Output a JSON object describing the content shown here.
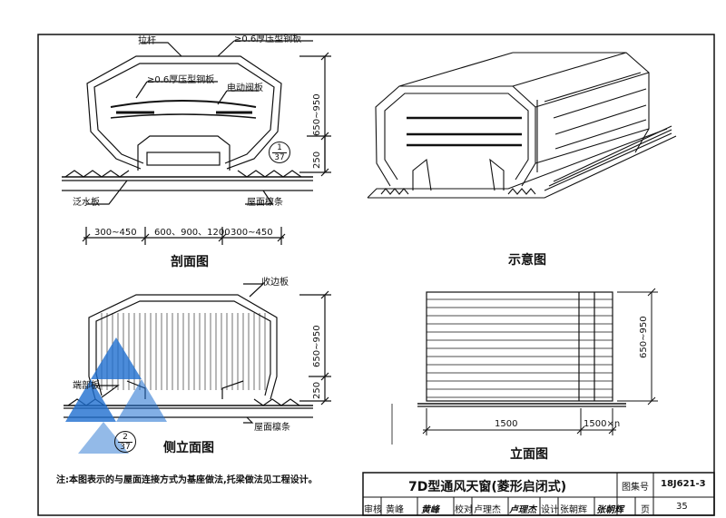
{
  "section_view": {
    "caption": "剖面图",
    "label_tie_rod": "拉杆",
    "label_steel_outer": "≥0.6厚压型钢板",
    "label_steel_inner": "≥0.6厚压型钢板",
    "label_damper": "电动阀板",
    "label_flashing": "泛水板",
    "label_purlin": "屋面檩条",
    "dim_height": "650~950",
    "dim_base": "250",
    "dim_left": "300~450",
    "dim_mid": "600、900、1200",
    "dim_right": "300~450",
    "ref_top": "1",
    "ref_bottom": "37"
  },
  "schematic_view": {
    "caption": "示意图"
  },
  "side_view": {
    "caption": "侧立面图",
    "label_edge_plate": "收边板",
    "label_end_plate": "端部板",
    "label_purlin": "屋面檩条",
    "dim_height": "650~950",
    "dim_base": "250",
    "ref_top": "2",
    "ref_bottom": "37"
  },
  "elevation_view": {
    "caption": "立面图",
    "dim_height": "650~950",
    "dim_length": "1500",
    "dim_repeat": "1500×n"
  },
  "note": "注:本图表示的与屋面连接方式为基座做法,托梁做法见工程设计。",
  "title_block": {
    "title": "7D型通风天窗(菱形启闭式)",
    "atlas_label": "图集号",
    "atlas_no": "18J621-3",
    "review_label": "审核",
    "review_name": "黄峰",
    "review_sign": "黄峰",
    "check_label": "校对",
    "check_name": "卢理杰",
    "check_sign": "卢理杰",
    "design_label": "设计",
    "design_name": "张朝辉",
    "design_sign": "张朝辉",
    "page_label": "页",
    "page_no": "35"
  },
  "colors": {
    "line": "#111111",
    "watermark": "#1f6fd0"
  }
}
